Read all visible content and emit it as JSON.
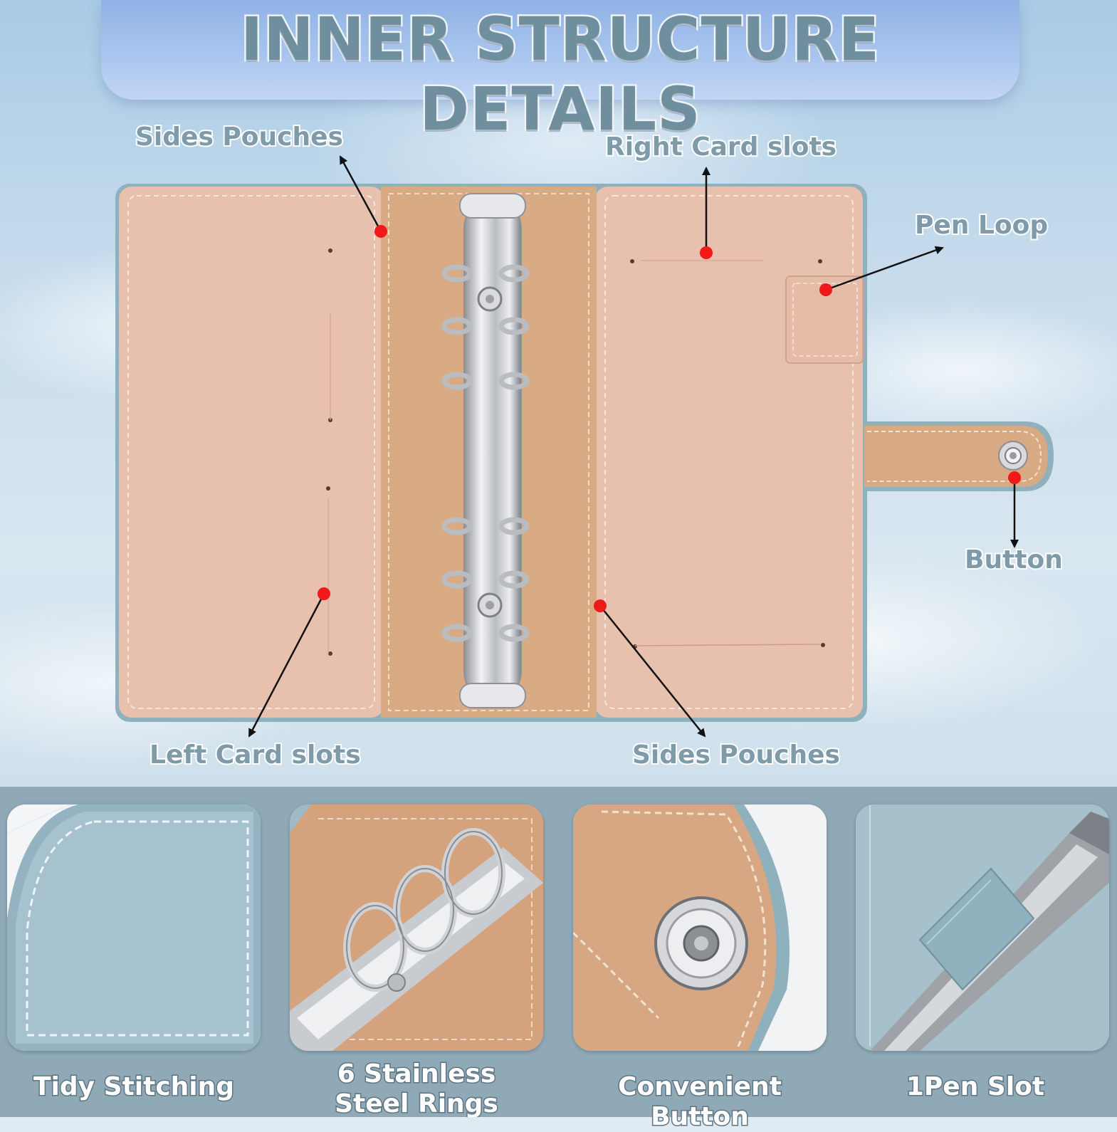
{
  "title": "INNER STRUCTURE DETAILS",
  "callouts": {
    "sides_pouches_top": "Sides Pouches",
    "right_card_slots": "Right Card slots",
    "pen_loop": "Pen Loop",
    "button": "Button",
    "left_card_slots": "Left Card slots",
    "sides_pouches_bottom": "Sides Pouches"
  },
  "features": [
    {
      "caption": "Tidy Stitching"
    },
    {
      "caption_line1": "6 Stainless",
      "caption_line2": "Steel Rings"
    },
    {
      "caption": "Convenient Button"
    },
    {
      "caption": "1Pen Slot"
    }
  ],
  "colors": {
    "leather_pink": "#e9c2ad",
    "leather_tan": "#d9ab84",
    "cover_blue": "#8fb0bd",
    "metal": "#c9ccd0",
    "marker_red": "#f01818",
    "label_text": "#7f9aa8",
    "band": "#8fa9b7"
  },
  "icons": [
    "ring-binder-icon",
    "snap-button-icon",
    "pen-icon",
    "arrow-icon"
  ]
}
